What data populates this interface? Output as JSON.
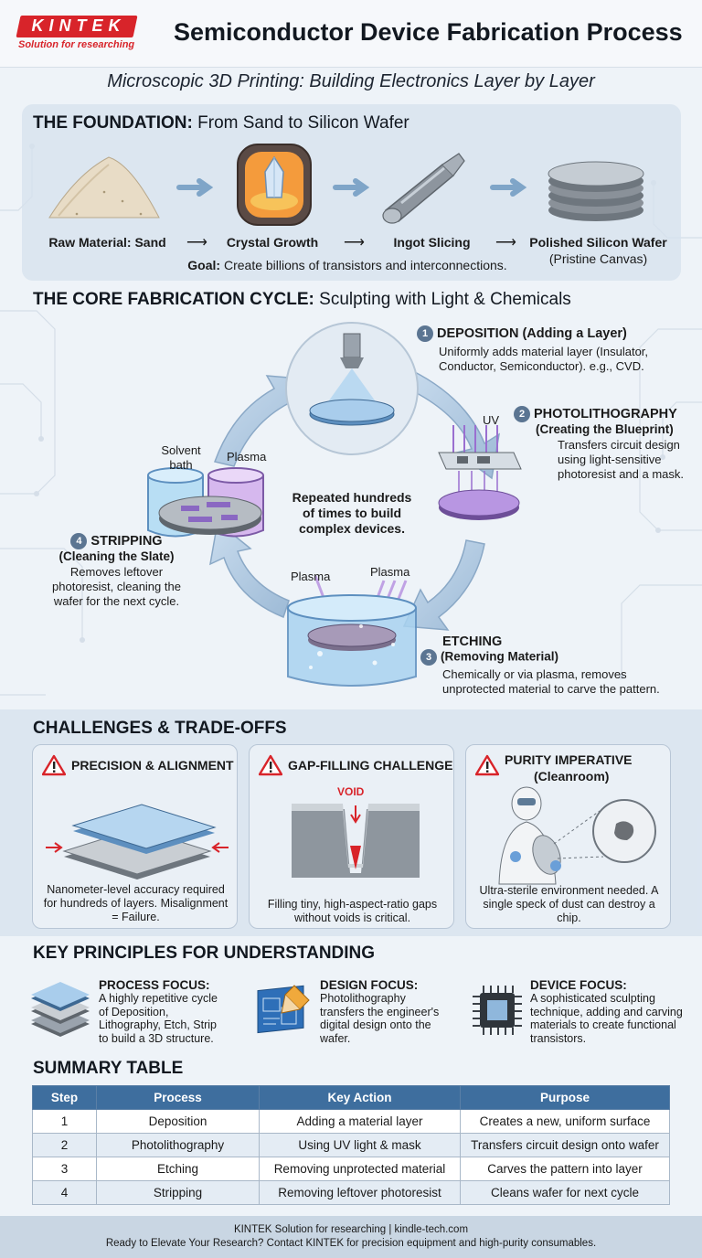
{
  "header": {
    "logo_word": "KINTEK",
    "logo_tagline": "Solution for researching",
    "title": "Semiconductor Device Fabrication Process"
  },
  "subtitle": "Microscopic 3D Printing: Building Electronics Layer by Layer",
  "foundation": {
    "title_bold": "THE FOUNDATION:",
    "title_rest": " From Sand to Silicon Wafer",
    "steps": [
      {
        "label": "Raw Material: Sand",
        "icon": "sand-pile-icon"
      },
      {
        "label": "Crystal Growth",
        "icon": "crystal-furnace-icon"
      },
      {
        "label": "Ingot Slicing",
        "icon": "ingot-icon"
      },
      {
        "label": "Polished Silicon Wafer",
        "sub": "(Pristine Canvas)",
        "icon": "wafer-stack-icon"
      }
    ],
    "arrow_glyph": "⟶",
    "goal_bold": "Goal:",
    "goal_text": " Create billions of transistors and interconnections."
  },
  "cycle": {
    "title_bold": "THE CORE FABRICATION CYCLE:",
    "title_rest": " Sculpting with Light & Chemicals",
    "center_text": "Repeated hundreds of times to build complex devices.",
    "steps": [
      {
        "num": "1",
        "title": "DEPOSITION (Adding a Layer)",
        "sub": "",
        "desc": "Uniformly adds material layer (Insulator, Conductor, Semiconductor). e.g., CVD."
      },
      {
        "num": "2",
        "title": "PHOTOLITHOGRAPHY",
        "sub": "(Creating the Blueprint)",
        "desc": "Transfers circuit design using light-sensitive photoresist and a mask."
      },
      {
        "num": "3",
        "title": "ETCHING",
        "sub": "(Removing Material)",
        "desc": "Chemically or via plasma, removes unprotected material to carve the pattern."
      },
      {
        "num": "4",
        "title": "STRIPPING",
        "sub": "(Cleaning the Slate)",
        "desc": "Removes leftover photoresist, cleaning the wafer for the next cycle."
      }
    ],
    "labels": {
      "uv": "UV",
      "solvent": "Solvent bath",
      "plasma_strip": "Plasma",
      "plasma_etch_a": "Plasma",
      "plasma_etch_b": "Plasma"
    }
  },
  "challenges": {
    "title": "CHALLENGES & TRADE-OFFS",
    "cards": [
      {
        "title": "PRECISION & ALIGNMENT",
        "sub": "",
        "text": "Nanometer-level accuracy required for hundreds of layers. Misalignment = Failure."
      },
      {
        "title": "GAP-FILLING CHALLENGE",
        "sub": "",
        "text": "Filling tiny, high-aspect-ratio gaps without voids is critical.",
        "void_label": "VOID"
      },
      {
        "title": "PURITY IMPERATIVE",
        "sub": "(Cleanroom)",
        "text": "Ultra-sterile environment needed. A single speck of dust can destroy a chip."
      }
    ]
  },
  "principles": {
    "title": "KEY PRINCIPLES FOR UNDERSTANDING",
    "items": [
      {
        "title": "PROCESS FOCUS:",
        "text": "A highly repetitive cycle of Deposition, Lithography, Etch, Strip to build a 3D structure.",
        "icon": "layer-stack-icon"
      },
      {
        "title": "DESIGN FOCUS:",
        "text": "Photolithography transfers the engineer's digital design onto the wafer.",
        "icon": "blueprint-icon"
      },
      {
        "title": "DEVICE FOCUS:",
        "text": "A sophisticated sculpting technique, adding and carving materials to create functional transistors.",
        "icon": "chip-icon"
      }
    ]
  },
  "summary": {
    "title": "SUMMARY TABLE",
    "headers": [
      "Step",
      "Process",
      "Key Action",
      "Purpose"
    ],
    "rows": [
      [
        "1",
        "Deposition",
        "Adding a material layer",
        "Creates a new, uniform surface"
      ],
      [
        "2",
        "Photolithography",
        "Using UV light & mask",
        "Transfers circuit design onto wafer"
      ],
      [
        "3",
        "Etching",
        "Removing unprotected material",
        "Carves the pattern into layer"
      ],
      [
        "4",
        "Stripping",
        "Removing leftover photoresist",
        "Cleans wafer for next cycle"
      ]
    ]
  },
  "footer": {
    "line1": "KINTEK Solution for researching | kindle-tech.com",
    "line2": "Ready to Elevate Your Research? Contact KINTEK for precision equipment and high-purity consumables."
  },
  "colors": {
    "brand_red": "#d8242a",
    "table_header": "#3e6e9e",
    "photoresist_purple": "#9a6fd0",
    "wafer_blue": "#9fc4e6"
  }
}
